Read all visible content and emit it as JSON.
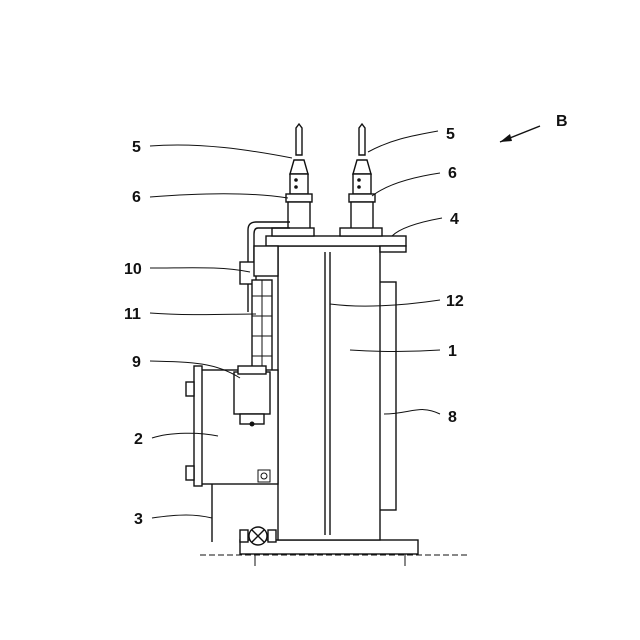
{
  "view_label": "B",
  "labels": {
    "bushing_left": "5",
    "bushing_right": "5",
    "clamp_left": "6",
    "clamp_right": "6",
    "cover_flange": "4",
    "pipe": "10",
    "bracket": "11",
    "seam": "12",
    "tank": "1",
    "relay": "9",
    "radiator": "8",
    "control_box": "2",
    "drain": "3"
  }
}
